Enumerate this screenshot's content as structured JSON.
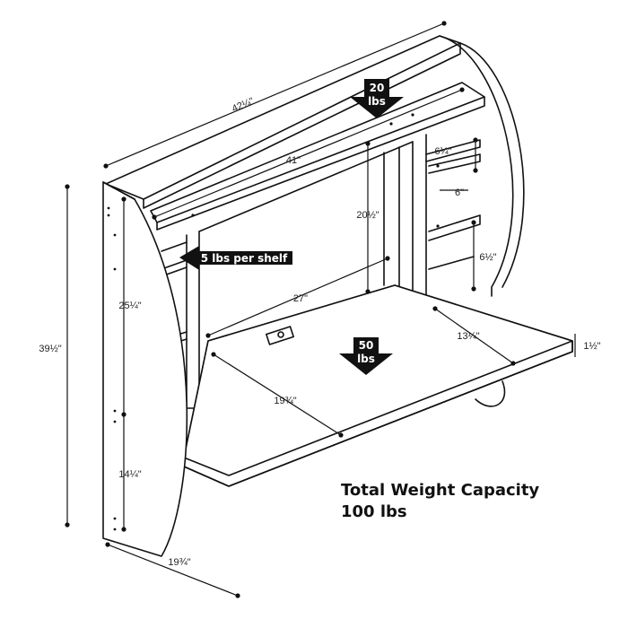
{
  "dimensions": {
    "overall_width": "42¼\"",
    "inner_width": "41\"",
    "overall_height": "39½\"",
    "side_upper_height": "25¼\"",
    "side_lower_height": "14¼\"",
    "side_depth": "19¾\"",
    "desk_depth": "19¾\"",
    "desk_width": "27\"",
    "compartment_height": "20½\"",
    "shelf_top": "6¼\"",
    "shelf_mid": "6\"",
    "shelf_right": "6½\"",
    "desk_right_width": "13¼\"",
    "desk_thickness": "1½\""
  },
  "callouts": {
    "top_shelf": [
      "20",
      "lbs"
    ],
    "side_shelves": "5 lbs per shelf",
    "desk_surface": [
      "50",
      "lbs"
    ]
  },
  "capacity": {
    "line1": "Total Weight Capacity",
    "line2": "100 lbs"
  }
}
